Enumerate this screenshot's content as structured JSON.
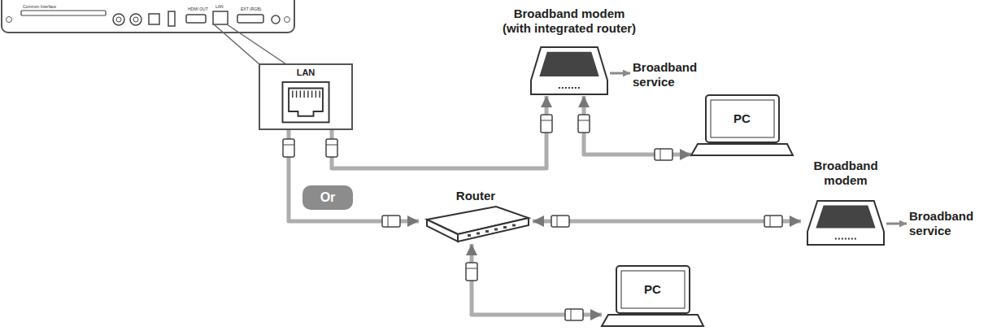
{
  "diagram": {
    "nodes": [
      {
        "text": [
          "LAN"
        ]
      },
      {
        "text": [
          "Broadband modem (with integrated router)"
        ]
      },
      {
        "text": [
          "PC"
        ]
      },
      {
        "text": [
          "Router"
        ]
      },
      {
        "text": [
          "Broadband modem"
        ]
      },
      {
        "text": [
          "PC"
        ]
      }
    ],
    "edges": [
      {
        "from": 0,
        "to": 1,
        "arrow": "to"
      },
      {
        "from": 1,
        "to": 2,
        "arrow": "both"
      },
      {
        "from": 0,
        "to": 3,
        "arrow": "to"
      },
      {
        "from": 3,
        "to": 4,
        "arrow": "both"
      },
      {
        "from": 3,
        "to": 5,
        "arrow": "both"
      }
    ],
    "labels": [
      "Broadband service",
      "Broadband service",
      "Or",
      "Common Interface",
      "HDMI OUT",
      "LAN",
      "EXT (RGB)"
    ]
  }
}
